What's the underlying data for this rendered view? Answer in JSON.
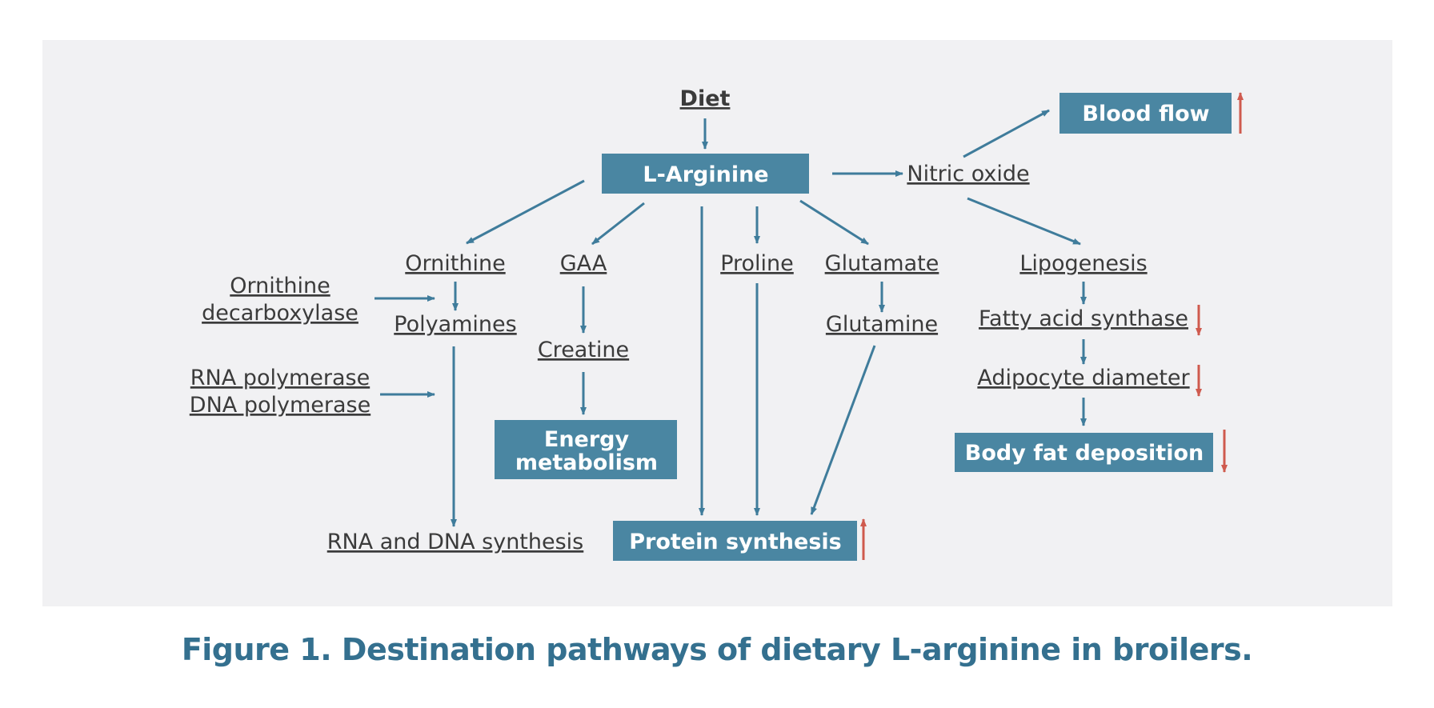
{
  "diagram": {
    "nodes": {
      "diet": "Diet",
      "l_arginine": "L-Arginine",
      "nitric_oxide": "Nitric oxide",
      "blood_flow": "Blood flow",
      "ornithine": "Ornithine",
      "gaa": "GAA",
      "proline": "Proline",
      "glutamate": "Glutamate",
      "lipogenesis": "Lipogenesis",
      "ornithine_decarboxylase": [
        "Ornithine",
        "decarboxylase"
      ],
      "polyamines": "Polyamines",
      "glutamine": "Glutamine",
      "fatty_acid_synthase": "Fatty acid synthase",
      "creatine": "Creatine",
      "rna_polymerase": "RNA polymerase",
      "dna_polymerase": "DNA polymerase",
      "adipocyte_diameter": "Adipocyte diameter",
      "energy_metabolism": [
        "Energy",
        "metabolism"
      ],
      "body_fat_deposition": "Body fat deposition",
      "rna_dna_synthesis": "RNA and DNA synthesis",
      "protein_synthesis": "Protein synthesis"
    },
    "indicators": {
      "blood_flow": "up",
      "protein_synthesis": "up",
      "fatty_acid_synthase": "down",
      "adipocyte_diameter": "down",
      "body_fat_deposition": "down"
    },
    "colors": {
      "box": "#4a86a2",
      "arrow": "#3f7c9b",
      "indicator": "#cf5a4e",
      "caption": "#34708f",
      "panel": "#f1f1f3"
    }
  },
  "caption": "Figure 1. Destination pathways of dietary L-arginine in broilers."
}
